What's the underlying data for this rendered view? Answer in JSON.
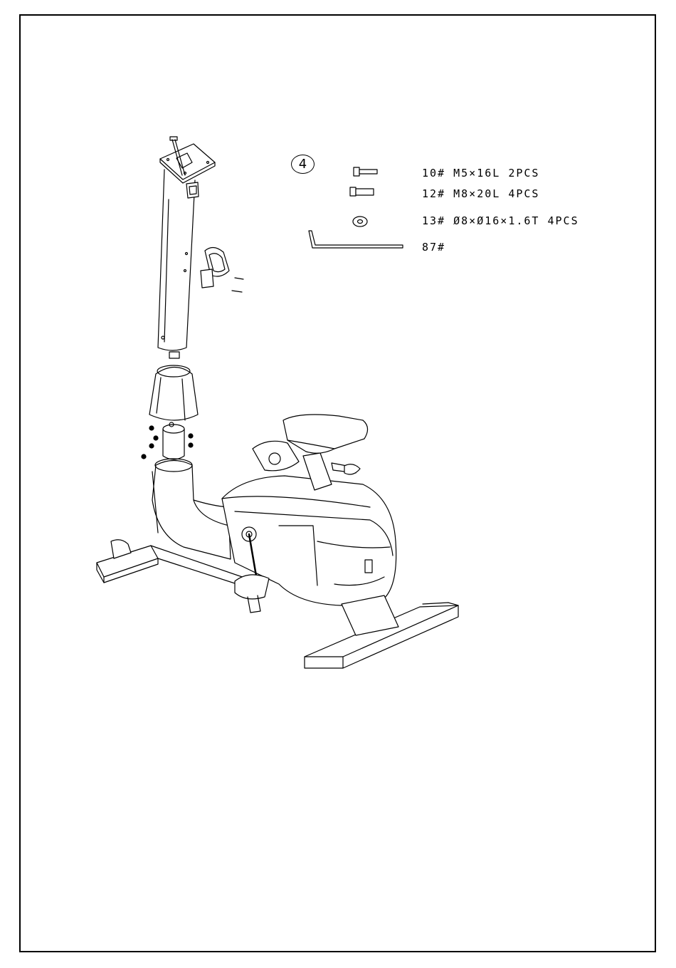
{
  "step": {
    "number": "4"
  },
  "parts": [
    {
      "code": "10#",
      "spec": "M5×16L",
      "qty": "2PCS",
      "icon": "bolt-m5-icon"
    },
    {
      "code": "12#",
      "spec": "M8×20L",
      "qty": "4PCS",
      "icon": "bolt-m8-icon"
    },
    {
      "code": "13#",
      "spec": "Ø8×Ø16×1.6T",
      "qty": "4PCS",
      "icon": "washer-icon"
    },
    {
      "code": "87#",
      "spec": "",
      "qty": "",
      "icon": "allen-key-icon"
    }
  ],
  "colors": {
    "line": "#000000",
    "background": "#ffffff"
  }
}
